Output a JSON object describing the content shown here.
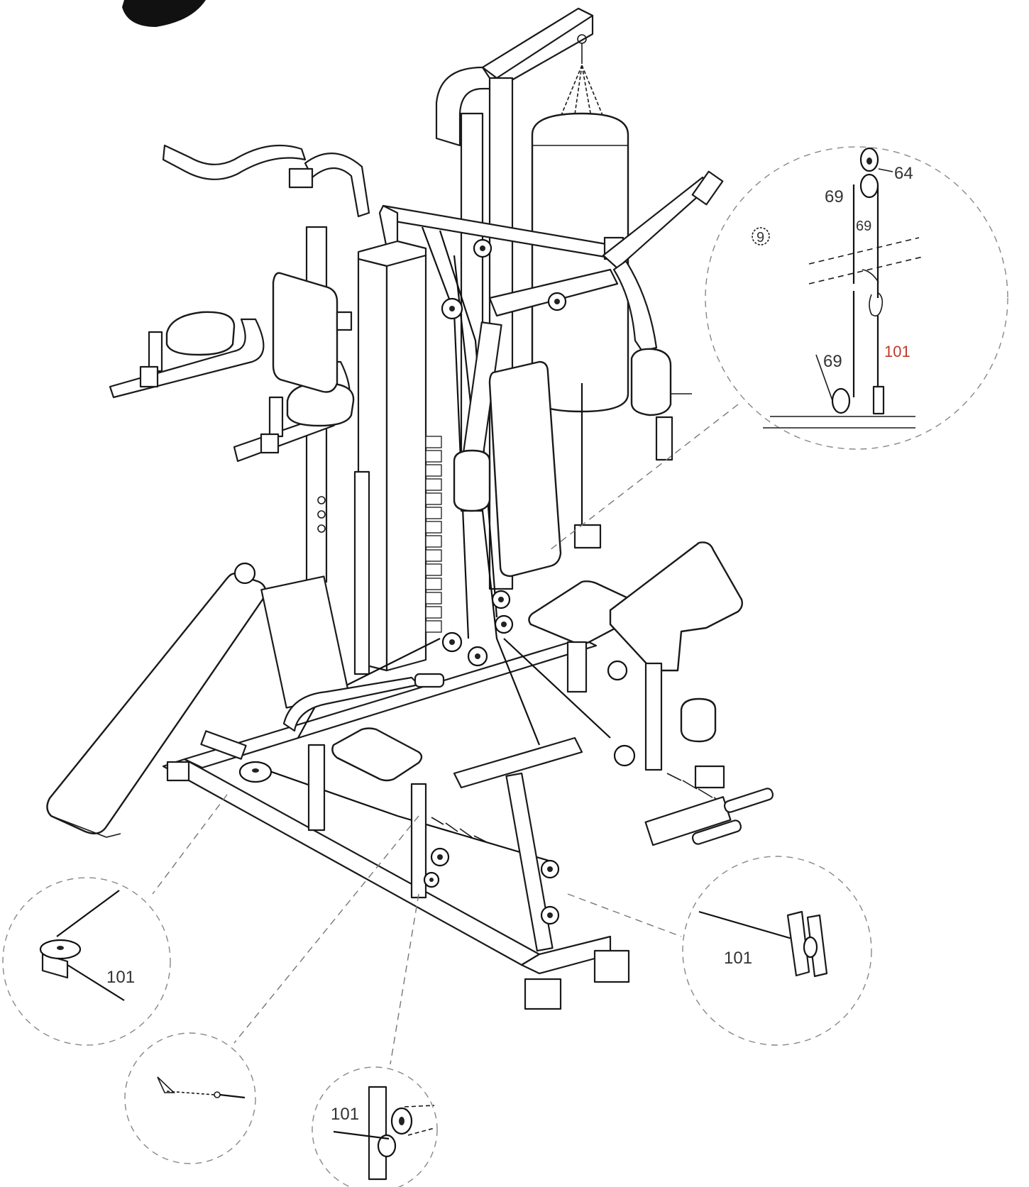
{
  "step_badge": "",
  "detail_top": {
    "circled_part": "9",
    "labels": [
      "64",
      "69",
      "69",
      "69",
      "101"
    ],
    "highlight_color": "#c0392b"
  },
  "detail_left": {
    "label": "101"
  },
  "detail_bottom_center": {
    "label": "101"
  },
  "detail_right": {
    "label": "101"
  },
  "colors": {
    "line": "#1a1a1a",
    "callout": "#888888",
    "highlight": "#c0392b"
  }
}
